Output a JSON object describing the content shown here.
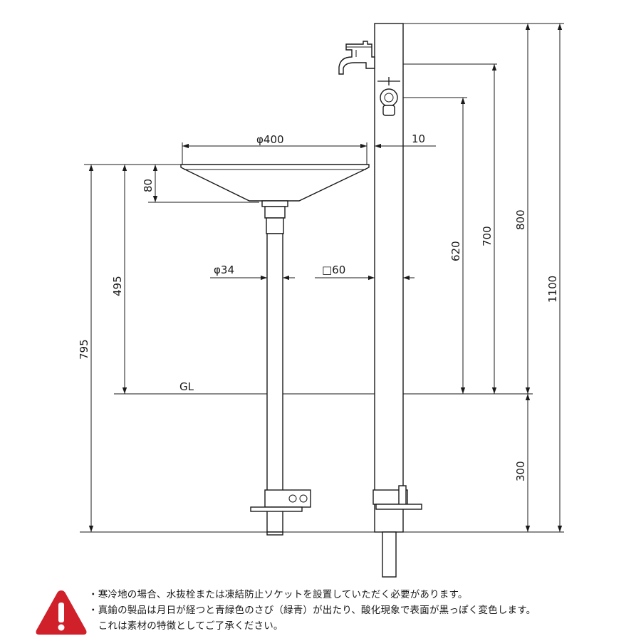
{
  "dimensions": {
    "basin_diameter": "φ400",
    "basin_depth": "80",
    "post_offset": "10",
    "pole_diameter": "φ34",
    "post_square": "□60",
    "basin_height_above_gl": "495",
    "basin_height_total": "795",
    "lower_tap_height": "620",
    "upper_tap_height": "700",
    "post_height_above_gl": "800",
    "post_height_total": "1100",
    "burial_depth": "300"
  },
  "ground_line_label": "GL",
  "warning": {
    "icon": "warning-triangle-icon",
    "icon_color": "#d0202a",
    "lines": [
      "・寒冷地の場合、水抜栓または凍結防止ソケットを設置していただく必要があります。",
      "・真鍮の製品は月日が経つと青緑色のさび（緑青）が出たり、酸化現象で表面が黒っぽく変色します。",
      "　これは素材の特徴としてご了承ください。"
    ]
  }
}
